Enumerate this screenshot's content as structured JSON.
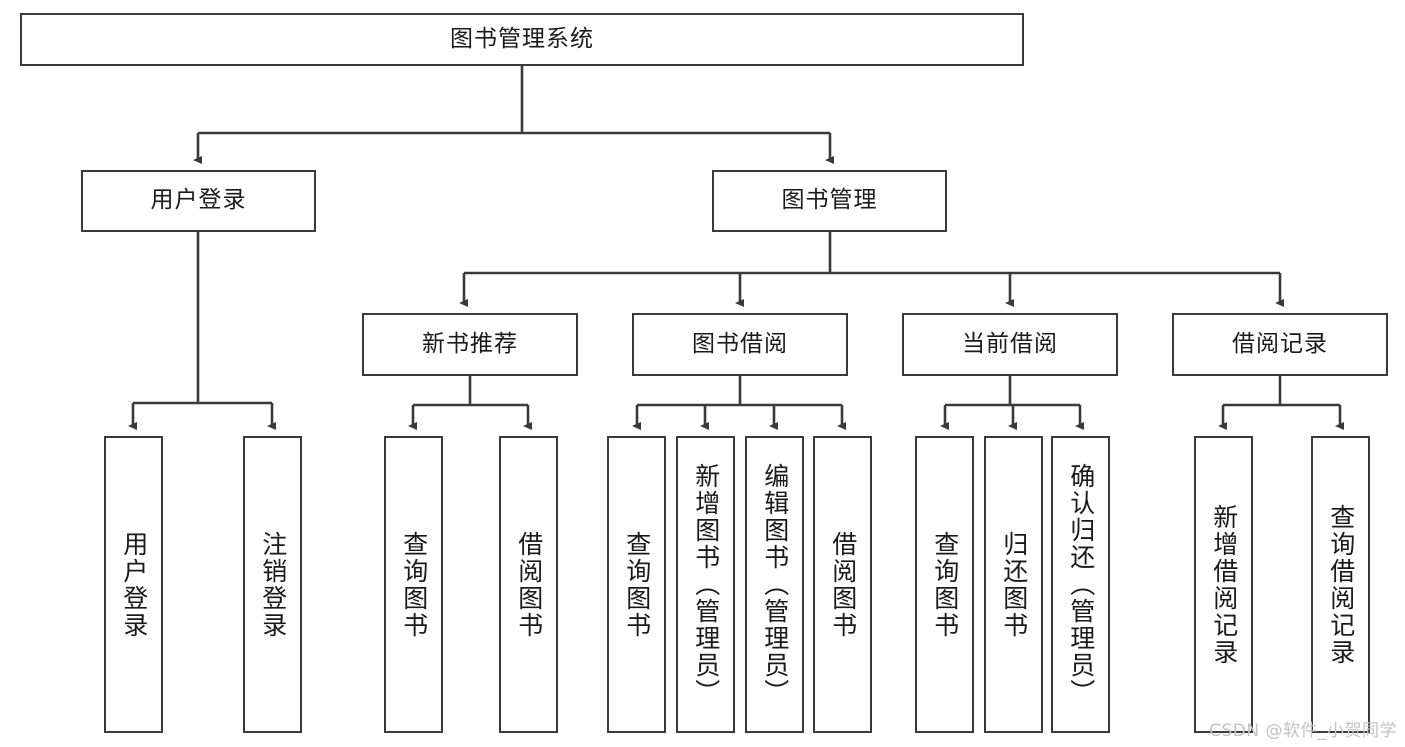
{
  "diagram": {
    "type": "tree-hierarchy",
    "title": "图书管理系统",
    "root": {
      "label": "图书管理系统"
    },
    "level2": [
      {
        "label": "用户登录"
      },
      {
        "label": "图书管理"
      }
    ],
    "level3": [
      {
        "label": "新书推荐"
      },
      {
        "label": "图书借阅"
      },
      {
        "label": "当前借阅"
      },
      {
        "label": "借阅记录"
      }
    ],
    "leaves": {
      "user_login": [
        {
          "label": "用户登录"
        },
        {
          "label": "注销登录"
        }
      ],
      "new_book_recommend": [
        {
          "label": "查询图书"
        },
        {
          "label": "借阅图书"
        }
      ],
      "book_borrow": [
        {
          "label": "查询图书"
        },
        {
          "label": "新增图书（管理员）"
        },
        {
          "label": "编辑图书（管理员）"
        },
        {
          "label": "借阅图书"
        }
      ],
      "current_borrow": [
        {
          "label": "查询图书"
        },
        {
          "label": "归还图书"
        },
        {
          "label": "确认归还（管理员）"
        }
      ],
      "borrow_record": [
        {
          "label": "新增借阅记录"
        },
        {
          "label": "查询借阅记录"
        }
      ]
    }
  },
  "watermark": {
    "text": "CSDN @软件_小贺同学"
  },
  "colors": {
    "border": "#3a3a3a",
    "background": "#ffffff",
    "text": "#1a1a1a",
    "watermark": "#c2c2c2"
  }
}
